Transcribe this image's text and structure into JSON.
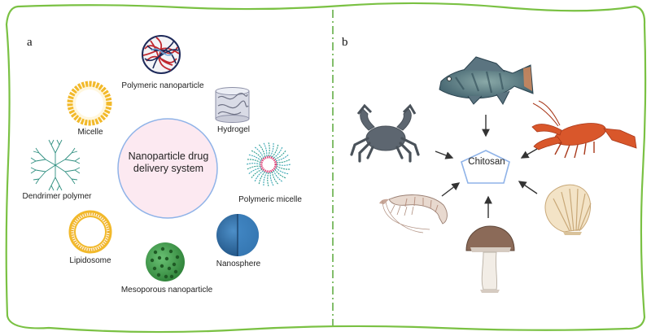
{
  "panel_a": {
    "letter": "a",
    "center": "Nanoparticle drug delivery system",
    "items": {
      "polymeric_nanoparticle": "Polymeric nanoparticle",
      "hydrogel": "Hydrogel",
      "polymeric_micelle": "Polymeric micelle",
      "nanosphere": "Nanosphere",
      "mesoporous_nanoparticle": "Mesoporous nanoparticle",
      "lipidosome": "Lipidosome",
      "dendrimer_polymer": "Dendrimer polymer",
      "micelle": "Micelle"
    }
  },
  "panel_b": {
    "letter": "b",
    "center": "Chitosan",
    "sources": [
      "fish-icon",
      "crayfish-icon",
      "crab-icon",
      "shrimp-icon",
      "mushroom-icon",
      "shell-icon"
    ]
  },
  "colors": {
    "border": "#7ac143",
    "divider": "#5aa83a",
    "center_circle_fill": "#fce9f1",
    "center_circle_stroke": "#8fb3e8",
    "micelle": "#f2b92a",
    "nanosphere": "#2f6fa8",
    "mesoporous": "#3f9e49",
    "dendrimer": "#2f8f80",
    "hydrogel": "#9aa0b4",
    "crab": "#5d6670",
    "crayfish": "#d9572b",
    "fish": "#4d6f7a"
  }
}
